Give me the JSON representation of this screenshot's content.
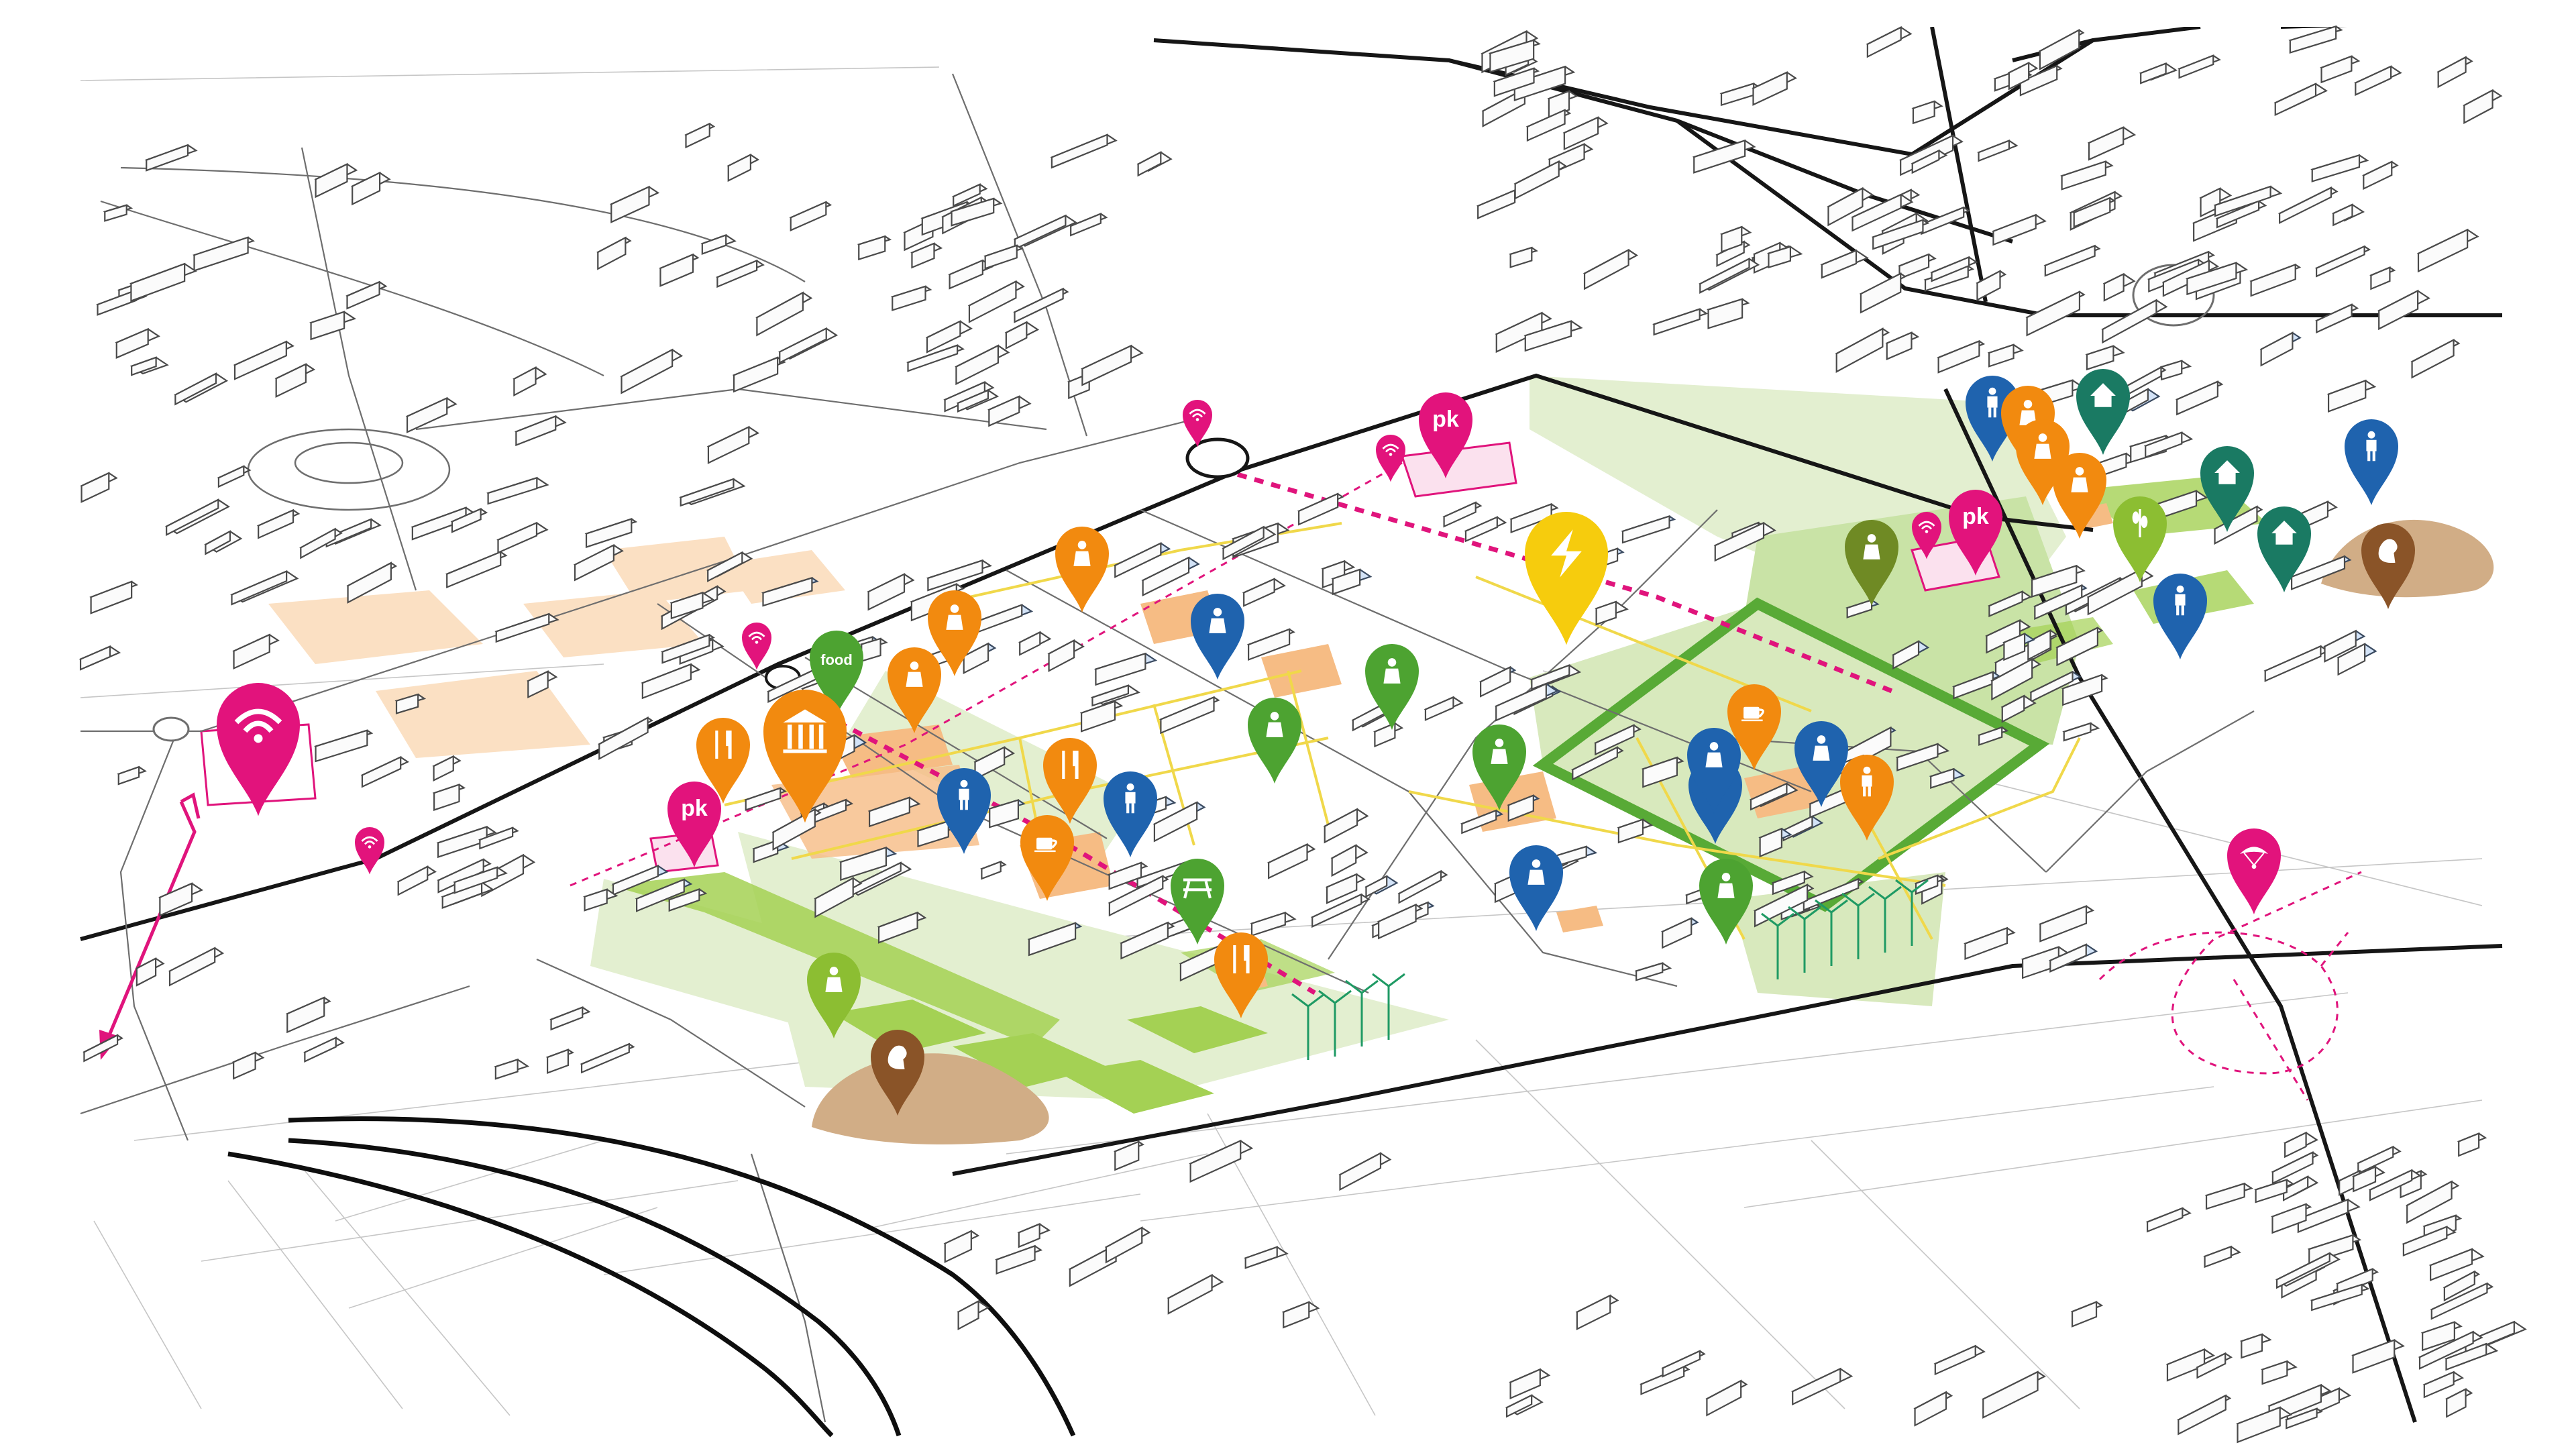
{
  "colors": {
    "magenta": "#e2137c",
    "orange": "#f28a0f",
    "blue": "#1f63ae",
    "green": "#4da331",
    "lime": "#8cbe32",
    "teal": "#1a7a63",
    "brown": "#8a5428",
    "olive": "#6f8a24",
    "yellow": "#f6cc0d",
    "park_light": "#e3efd0",
    "park_mid": "#c9e3a6",
    "strip": "#a4d154",
    "soil": "#d1ad86",
    "orange_fill": "#f6bc84",
    "orange_pale": "#fbe0c3"
  },
  "markers": [
    {
      "icon": "wifi-icon",
      "color": "magenta",
      "size": "s"
    },
    {
      "icon": "wifi-icon",
      "color": "magenta",
      "size": "s"
    },
    {
      "icon": "wifi-icon",
      "color": "magenta",
      "size": "s"
    },
    {
      "icon": "wifi-icon",
      "color": "magenta",
      "size": "s"
    },
    {
      "icon": "wifi-icon",
      "color": "magenta",
      "size": "s"
    },
    {
      "icon": "wifi-icon",
      "color": "magenta",
      "size": "l"
    },
    {
      "icon": "parking-icon",
      "color": "magenta",
      "size": "m",
      "label": "pk"
    },
    {
      "icon": "parking-icon",
      "color": "magenta",
      "size": "m",
      "label": "pk"
    },
    {
      "icon": "parking-icon",
      "color": "magenta",
      "size": "m",
      "label": "pk"
    },
    {
      "icon": "paraglider-icon",
      "color": "magenta",
      "size": "m"
    },
    {
      "icon": "lightning-icon",
      "color": "yellow",
      "size": "l"
    },
    {
      "icon": "food-truck-icon",
      "color": "green",
      "size": "m",
      "label": "food"
    },
    {
      "icon": "recycle-icon",
      "color": "green",
      "size": "m"
    },
    {
      "icon": "monument-icon",
      "color": "green",
      "size": "m"
    },
    {
      "icon": "monument-icon",
      "color": "green",
      "size": "m"
    },
    {
      "icon": "picnic-table-icon",
      "color": "green",
      "size": "m"
    },
    {
      "icon": "gardener-icon",
      "color": "green",
      "size": "m"
    },
    {
      "icon": "walker-icon",
      "color": "lime",
      "size": "m"
    },
    {
      "icon": "wheat-icon",
      "color": "lime",
      "size": "m"
    },
    {
      "icon": "runner-icon",
      "color": "olive",
      "size": "m"
    },
    {
      "icon": "house-icon",
      "color": "teal",
      "size": "m"
    },
    {
      "icon": "house-icon",
      "color": "teal",
      "size": "m"
    },
    {
      "icon": "house-icon",
      "color": "teal",
      "size": "m"
    },
    {
      "icon": "squirrel-icon",
      "color": "brown",
      "size": "m"
    },
    {
      "icon": "squirrel-icon",
      "color": "brown",
      "size": "m"
    },
    {
      "icon": "person-icon",
      "color": "blue",
      "size": "m"
    },
    {
      "icon": "person-icon",
      "color": "blue",
      "size": "m"
    },
    {
      "icon": "person-icon",
      "color": "blue",
      "size": "m"
    },
    {
      "icon": "person-icon",
      "color": "blue",
      "size": "m"
    },
    {
      "icon": "person-icon",
      "color": "blue",
      "size": "m"
    },
    {
      "icon": "person-icon",
      "color": "blue",
      "size": "m"
    },
    {
      "icon": "meeting-table-icon",
      "color": "blue",
      "size": "m"
    },
    {
      "icon": "meeting-table-icon",
      "color": "blue",
      "size": "m"
    },
    {
      "icon": "meeting-table-icon",
      "color": "blue",
      "size": "m"
    },
    {
      "icon": "group-icon",
      "color": "blue",
      "size": "m"
    },
    {
      "icon": "cutlery-icon",
      "color": "orange",
      "size": "m"
    },
    {
      "icon": "cutlery-icon",
      "color": "orange",
      "size": "m"
    },
    {
      "icon": "cutlery-icon",
      "color": "orange",
      "size": "m"
    },
    {
      "icon": "museum-icon",
      "color": "orange",
      "size": "l"
    },
    {
      "icon": "group-icon",
      "color": "orange",
      "size": "m"
    },
    {
      "icon": "chef-icon",
      "color": "orange",
      "size": "m"
    },
    {
      "icon": "baby-icon",
      "color": "orange",
      "size": "m"
    },
    {
      "icon": "coffee-icon",
      "color": "orange",
      "size": "m"
    },
    {
      "icon": "coffee-icon",
      "color": "orange",
      "size": "m"
    },
    {
      "icon": "shopper-icon",
      "color": "orange",
      "size": "m"
    },
    {
      "icon": "shopping-bags-icon",
      "color": "orange",
      "size": "m"
    },
    {
      "icon": "beer-icon",
      "color": "orange",
      "size": "m"
    },
    {
      "icon": "person-icon",
      "color": "orange",
      "size": "m"
    }
  ]
}
